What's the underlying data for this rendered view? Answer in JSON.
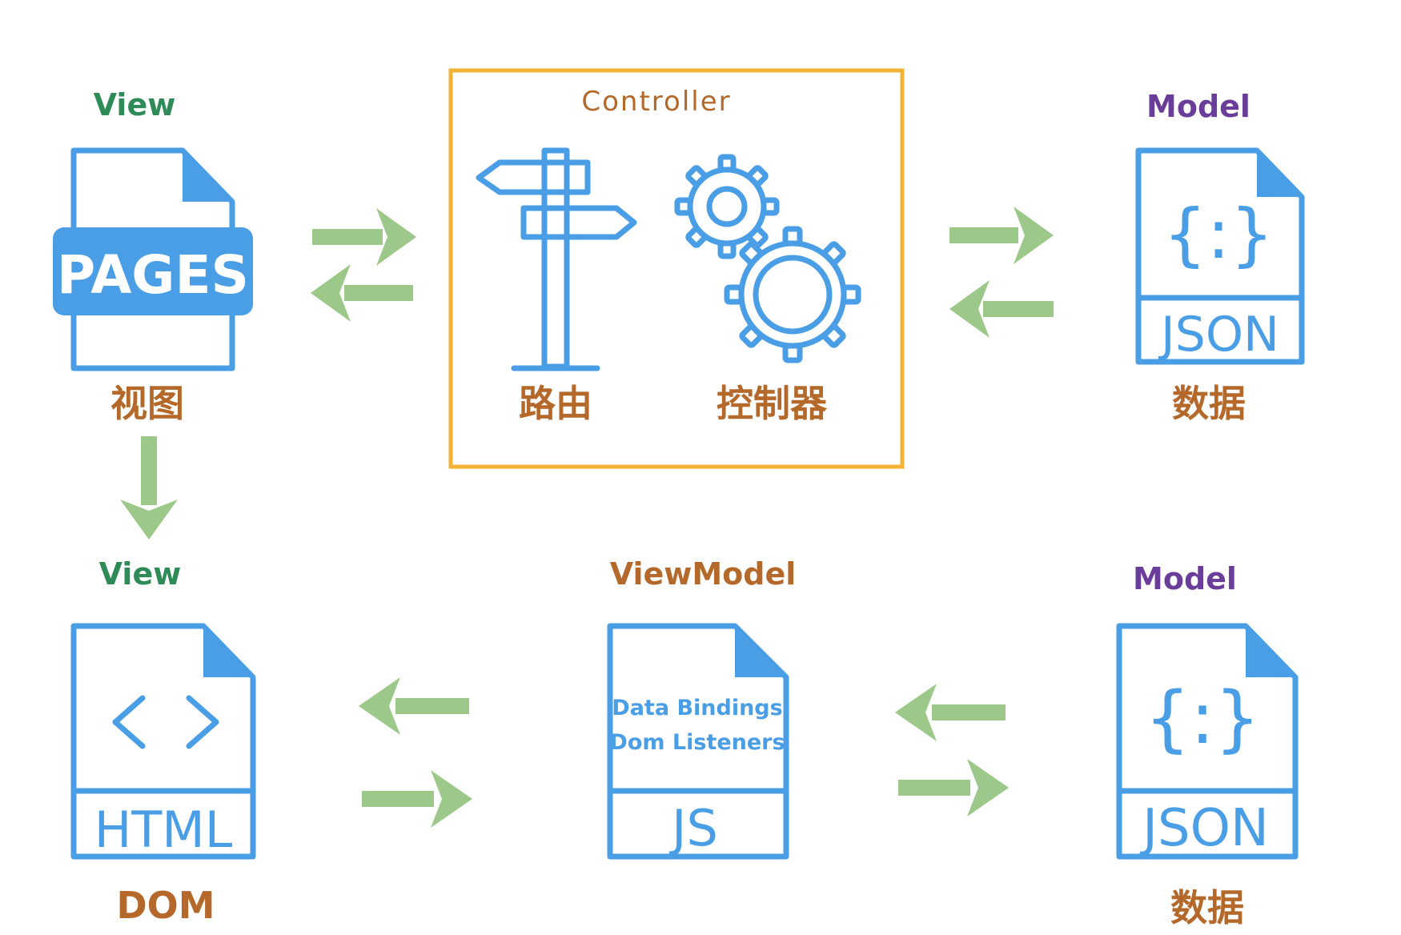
{
  "colors": {
    "icon": "#4a9ee6",
    "arrow": "#9cc98a",
    "view_label": "#2e8b57",
    "model_label": "#6a3d9a",
    "accent_label": "#b4692a",
    "controller_box": "#f2b233"
  },
  "mvc": {
    "view_label": "View",
    "view_icon_text": "PAGES",
    "view_caption": "视图",
    "controller_label": "Controller",
    "router_caption": "路由",
    "controller_caption": "控制器",
    "model_label": "Model",
    "model_icon_braces": "{:}",
    "model_icon_text": "JSON",
    "model_caption": "数据"
  },
  "mvvm": {
    "view_label": "View",
    "view_icon_code": "< >",
    "view_icon_text": "HTML",
    "view_caption": "DOM",
    "viewmodel_label": "ViewModel",
    "viewmodel_line1": "Data Bindings",
    "viewmodel_line2": "Dom Listeners",
    "viewmodel_icon_text": "JS",
    "model_label": "Model",
    "model_icon_braces": "{:}",
    "model_icon_text": "JSON",
    "model_caption": "数据"
  },
  "icons": {
    "pages": "pages-file-icon",
    "signpost": "signpost-icon",
    "gears": "gears-icon",
    "json": "json-file-icon",
    "html": "html-file-icon",
    "js": "js-file-icon"
  }
}
